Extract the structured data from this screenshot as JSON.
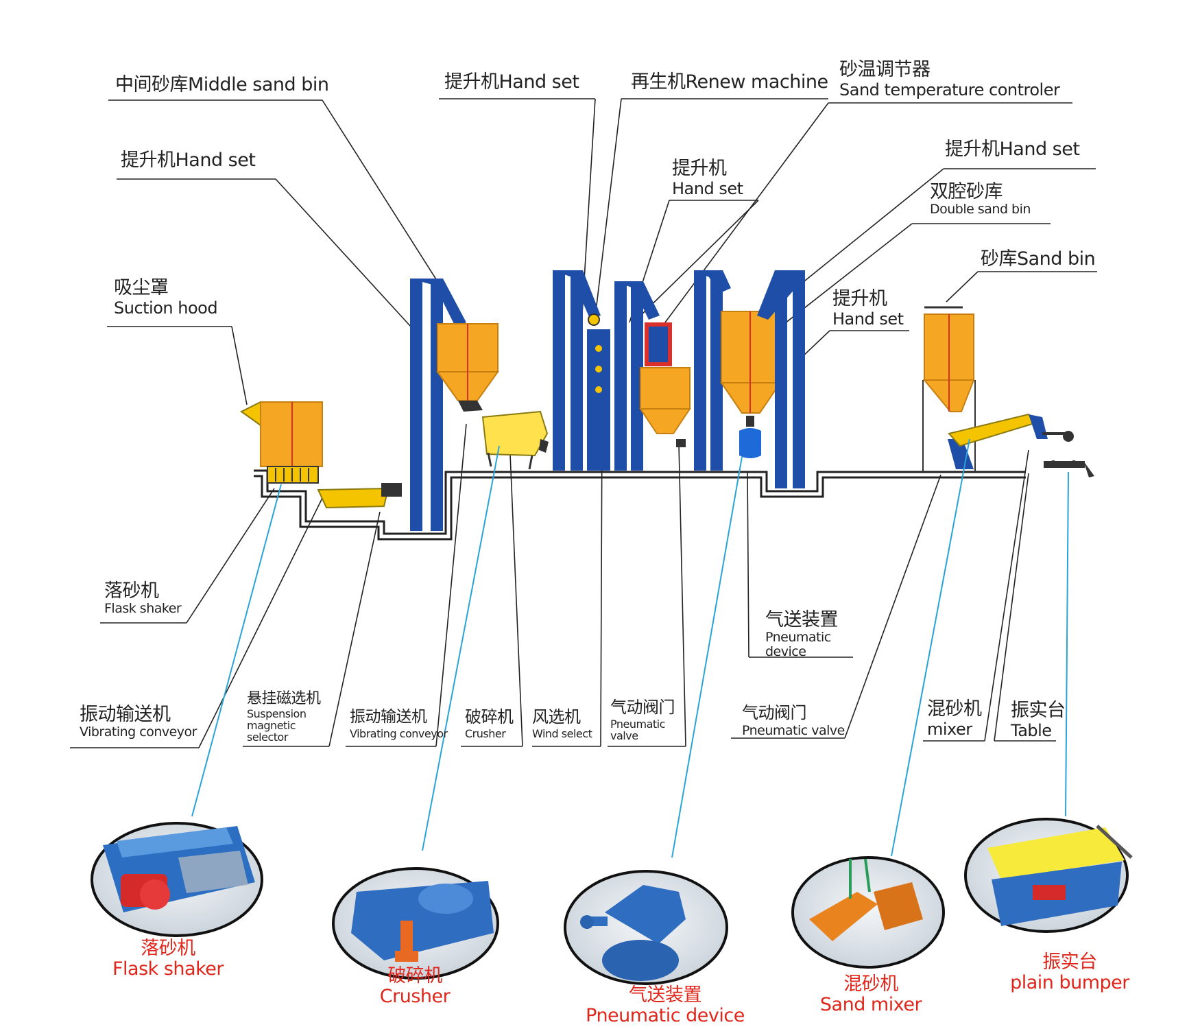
{
  "colors": {
    "machine_blue": "#1e4ea8",
    "bin_orange": "#f5a623",
    "accent_red": "#d8302a",
    "leader_blue": "#29a3d9",
    "caption_red": "#e0261a",
    "ink": "#222222"
  },
  "labels": {
    "middle_sand_bin": {
      "cn": "中间砂库",
      "en": "Middle sand bin"
    },
    "hand_set_1": {
      "cn": "提升机",
      "en": "Hand set"
    },
    "renew_machine": {
      "cn": "再生机",
      "en": "Renew machine"
    },
    "sand_temp": {
      "cn": "砂温调节器",
      "en": "Sand temperature controler"
    },
    "hand_set_left": {
      "cn": "提升机",
      "en": "Hand set"
    },
    "hand_set_mid": {
      "cn": "提升机",
      "en": "Hand set"
    },
    "hand_set_right_top": {
      "cn": "提升机",
      "en": "Hand set"
    },
    "double_sand_bin": {
      "cn": "双腔砂库",
      "en": "Double sand bin"
    },
    "sand_bin": {
      "cn": "砂库",
      "en": "Sand bin"
    },
    "hand_set_lower_right": {
      "cn": "提升机",
      "en": "Hand set"
    },
    "suction_hood": {
      "cn": "吸尘罩",
      "en": "Suction hood"
    },
    "flask_shaker": {
      "cn": "落砂机",
      "en": "Flask shaker"
    },
    "pneumatic_device": {
      "cn": "气送装置",
      "en": "Pneumatic device"
    },
    "vibrating_conveyor_1": {
      "cn": "振动输送机",
      "en": "Vibrating conveyor"
    },
    "suspension_selector": {
      "cn": "悬挂磁选机",
      "en": "Suspension magnetic selector"
    },
    "vibrating_conveyor_2": {
      "cn": "振动输送机",
      "en": "Vibrating conveyor"
    },
    "crusher": {
      "cn": "破碎机",
      "en": "Crusher"
    },
    "wind_select": {
      "cn": "风选机",
      "en": "Wind select"
    },
    "pneumatic_valve_1": {
      "cn": "气动阀门",
      "en": "Pneumatic valve"
    },
    "pneumatic_valve_2": {
      "cn": "气动阀门",
      "en": "Pneumatic valve"
    },
    "mixer": {
      "cn": "混砂机",
      "en": "mixer"
    },
    "table": {
      "cn": "振实台",
      "en": "Table"
    }
  },
  "captions": {
    "flask_shaker": {
      "cn": "落砂机",
      "en": "Flask shaker"
    },
    "crusher": {
      "cn": "破碎机",
      "en": "Crusher"
    },
    "pneumatic_device": {
      "cn": "气送装置",
      "en": "Pneumatic device"
    },
    "sand_mixer": {
      "cn": "混砂机",
      "en": "Sand mixer"
    },
    "plain_bumper": {
      "cn": "振实台",
      "en": "plain bumper"
    }
  }
}
